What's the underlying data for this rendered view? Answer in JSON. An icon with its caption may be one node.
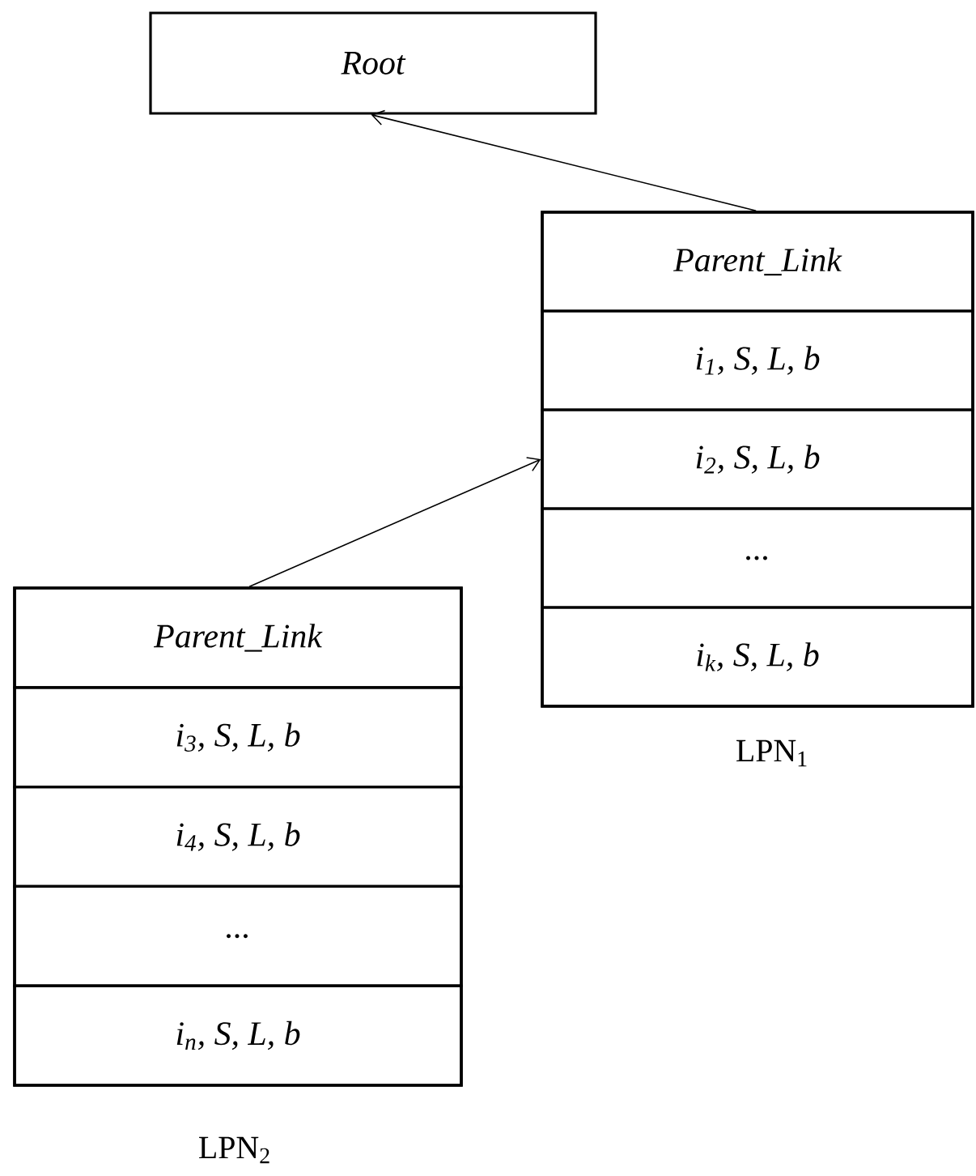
{
  "diagram": {
    "nodes": [
      {
        "text": [
          "Root"
        ]
      },
      {
        "text": [],
        "shape": "box",
        "beside": [
          "LPN$_{1}$"
        ]
      },
      {
        "text": [
          "Parent_Link"
        ],
        "in": 1
      },
      {
        "text": [
          "i$_{1}$, S, L, b"
        ],
        "in": 1
      },
      {
        "text": [
          "i$_{2}$, S, L, b"
        ],
        "in": 1
      },
      {
        "text": [
          "..."
        ],
        "in": 1
      },
      {
        "text": [
          "i$_{k}$, S, L, b"
        ],
        "in": 1
      },
      {
        "text": [],
        "shape": "box",
        "beside": [
          "LPN$_{2}$"
        ]
      },
      {
        "text": [
          "Parent_Link"
        ],
        "in": 7
      },
      {
        "text": [
          "i$_{3}$, S, L, b"
        ],
        "in": 7
      },
      {
        "text": [
          "i$_{4}$, S, L, b"
        ],
        "in": 7
      },
      {
        "text": [
          "..."
        ],
        "in": 7
      },
      {
        "text": [
          "i$_{n}$, S, L, b"
        ],
        "in": 7
      }
    ],
    "edges": [
      {
        "from": 1,
        "to": 0,
        "arrow": "to"
      },
      {
        "from": 7,
        "to": 4,
        "arrow": "to"
      }
    ]
  }
}
